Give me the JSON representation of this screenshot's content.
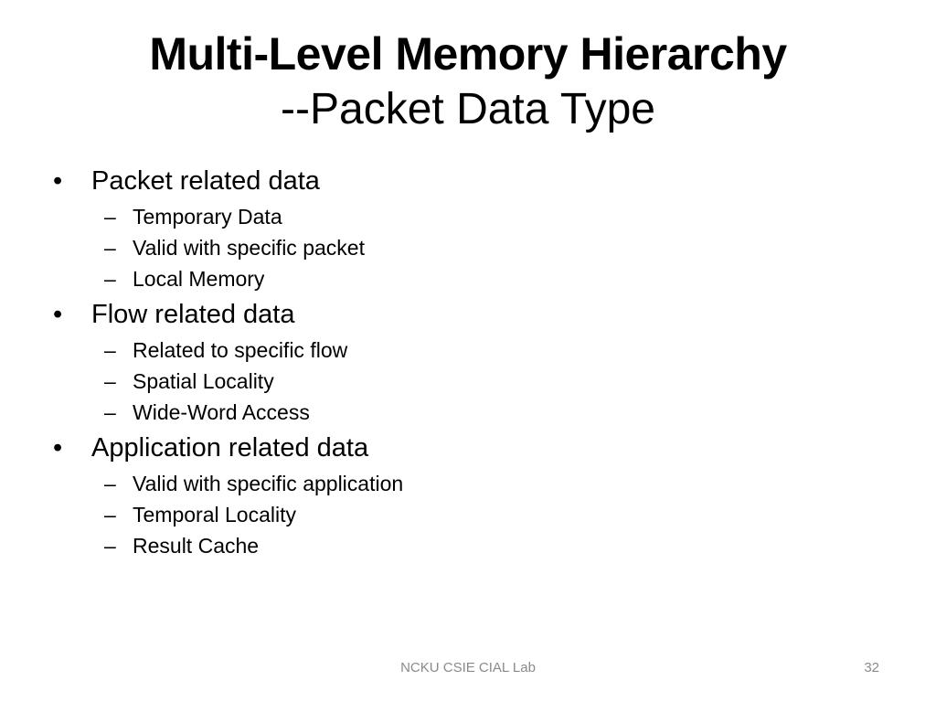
{
  "slide": {
    "title_line1": "Multi-Level Memory Hierarchy",
    "title_line2": "--Packet Data Type",
    "bullet_symbol": "•",
    "sub_symbol": "–",
    "bullets": [
      {
        "text": "Packet related data",
        "subs": [
          "Temporary Data",
          "Valid with specific packet",
          "Local Memory"
        ]
      },
      {
        "text": "Flow related data",
        "subs": [
          "Related to specific flow",
          "Spatial Locality",
          "Wide-Word Access"
        ]
      },
      {
        "text": "Application related data",
        "subs": [
          "Valid with specific application",
          "Temporal Locality",
          "Result Cache"
        ]
      }
    ],
    "footer": "NCKU CSIE CIAL Lab",
    "page_number": "32"
  }
}
